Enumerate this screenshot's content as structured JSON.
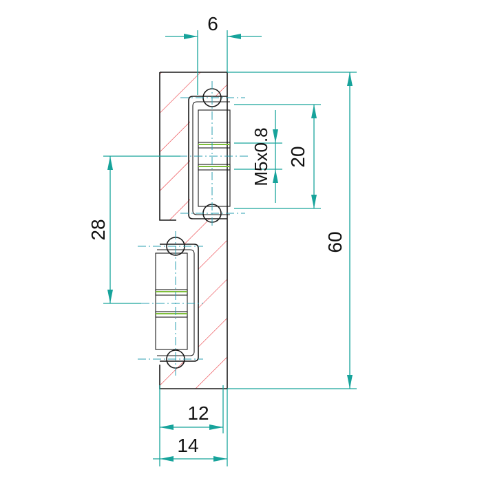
{
  "drawing": {
    "dimensions": {
      "top_width": "6",
      "thread": "M5x0.8",
      "hole_pitch": "20",
      "offset": "28",
      "total_height": "60",
      "inner_width": "12",
      "total_width": "14"
    },
    "colors": {
      "dimension_line": "#17a39b",
      "hatch": "#e8222a",
      "outline": "#1a1a1a",
      "center_line": "#2a9fb0",
      "thread_mark": "#7fbf3a"
    }
  }
}
